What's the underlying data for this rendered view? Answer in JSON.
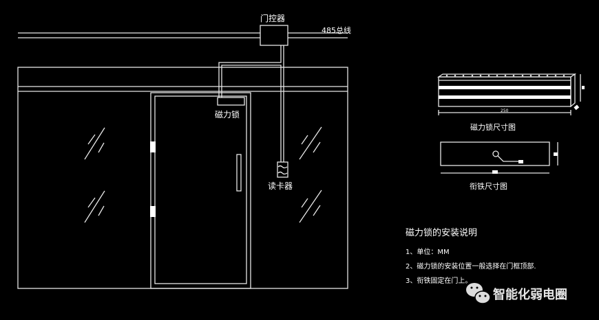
{
  "labels": {
    "controller": "门控器",
    "bus": "485总线",
    "mag_lock": "磁力锁",
    "card_reader": "读卡器",
    "mag_lock_dim_title": "磁力锁尺寸图",
    "mag_lock_length": "250",
    "armature_dim_title": "衔铁尺寸图"
  },
  "notes": {
    "title": "磁力锁的安装说明",
    "items": [
      "1、单位：MM",
      "2、磁力锁的安装位置一般选择在门框顶部.",
      "3、衔铁固定在门上。"
    ]
  },
  "watermark": "智能化弱电圈",
  "colors": {
    "background": "#000000",
    "line": "#e8e8e8"
  }
}
